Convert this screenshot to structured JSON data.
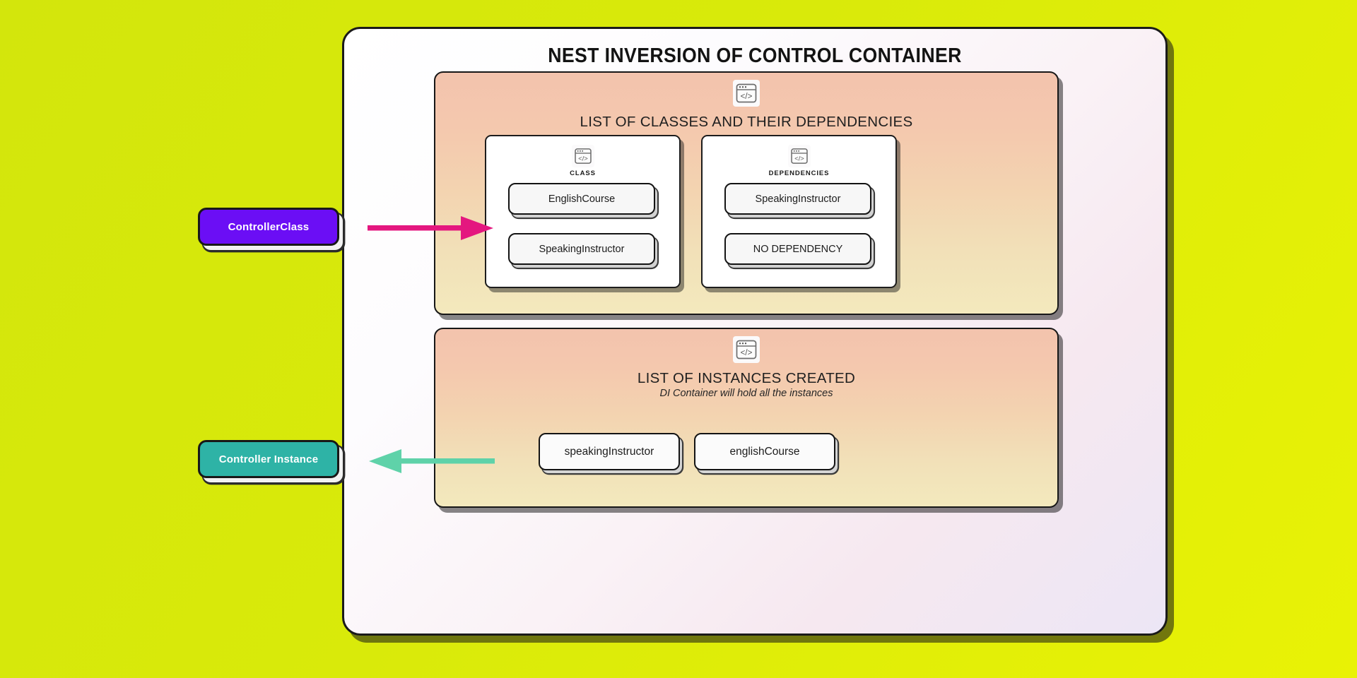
{
  "theme": {
    "background_start": "#d3e60c",
    "background_end": "#e9f205",
    "card_border": "#1a1a1a",
    "panel_gradient_start": "#f3c3ad",
    "panel_gradient_end": "#f3e9bd",
    "purple_button": "#6b0ef5",
    "teal_button": "#2eb3a6",
    "pink_arrow": "#e4177f",
    "green_arrow": "#5fd2a9"
  },
  "card": {
    "title": "NEST INVERSION OF CONTROL CONTAINER"
  },
  "panels": [
    {
      "id": "classes",
      "icon": "code-window-icon",
      "heading": "LIST OF CLASSES AND THEIR DEPENDENCIES",
      "columns": [
        {
          "id": "class",
          "icon": "code-window-icon",
          "label": "CLASS",
          "chips": [
            "EnglishCourse",
            "SpeakingInstructor"
          ]
        },
        {
          "id": "dependencies",
          "icon": "code-window-icon",
          "label": "DEPENDENCIES",
          "chips": [
            "SpeakingInstructor",
            "NO DEPENDENCY"
          ]
        }
      ]
    },
    {
      "id": "instances",
      "icon": "code-window-icon",
      "heading": "LIST OF INSTANCES CREATED",
      "subheading": "DI Container will hold all the instances",
      "instances": [
        "speakingInstructor",
        "englishCourse"
      ]
    }
  ],
  "side_buttons": [
    {
      "id": "controller-class",
      "label": "ControllerClass",
      "color": "#6b0ef5",
      "arrow": "arrow-right-pink"
    },
    {
      "id": "controller-instance",
      "label": "Controller Instance",
      "color": "#2eb3a6",
      "arrow": "arrow-left-green"
    }
  ]
}
